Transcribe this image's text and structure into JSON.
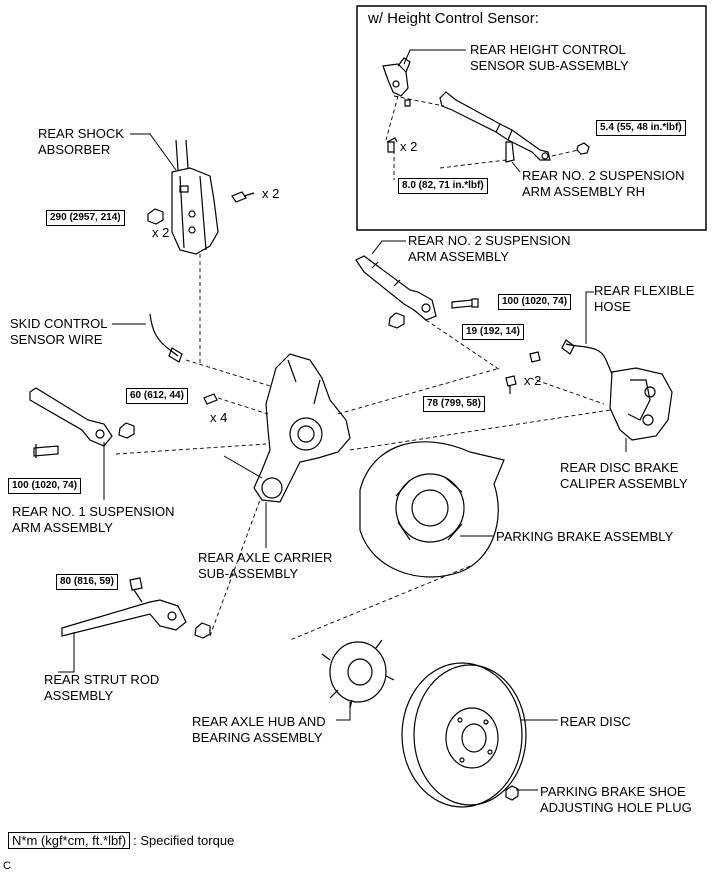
{
  "inset": {
    "title": "w/ Height Control Sensor:"
  },
  "labels": {
    "rear_height_sensor": [
      "REAR HEIGHT CONTROL",
      "SENSOR SUB-ASSEMBLY"
    ],
    "rear_no2_arm_rh": [
      "REAR NO. 2 SUSPENSION",
      "ARM ASSEMBLY RH"
    ],
    "rear_shock": [
      "REAR SHOCK",
      "ABSORBER"
    ],
    "rear_no2_arm": [
      "REAR NO. 2 SUSPENSION",
      "ARM ASSEMBLY"
    ],
    "rear_flex_hose": [
      "REAR FLEXIBLE",
      "HOSE"
    ],
    "skid_sensor": [
      "SKID CONTROL",
      "SENSOR WIRE"
    ],
    "rear_no1_arm": [
      "REAR NO. 1 SUSPENSION",
      "ARM ASSEMBLY"
    ],
    "rear_disc_caliper": [
      "REAR DISC BRAKE",
      "CALIPER ASSEMBLY"
    ],
    "parking_brake": [
      "PARKING BRAKE ASSEMBLY"
    ],
    "axle_carrier": [
      "REAR AXLE CARRIER",
      "SUB-ASSEMBLY"
    ],
    "strut_rod": [
      "REAR STRUT ROD",
      "ASSEMBLY"
    ],
    "axle_hub": [
      "REAR AXLE HUB AND",
      "BEARING ASSEMBLY"
    ],
    "rear_disc": [
      "REAR DISC"
    ],
    "pb_plug": [
      "PARKING BRAKE SHOE",
      "ADJUSTING HOLE PLUG"
    ]
  },
  "torques": {
    "t_5_4": "5.4 (55, 48 in.*lbf)",
    "t_8_0": "8.0 (82, 71 in.*lbf)",
    "t_290": "290 (2957, 214)",
    "t_100a": "100 (1020, 74)",
    "t_19": "19 (192, 14)",
    "t_60": "60 (612, 44)",
    "t_78": "78 (799, 58)",
    "t_100b": "100 (1020, 74)",
    "t_80": "80 (816, 59)"
  },
  "multipliers": {
    "m_inset": "x 2",
    "m_shock_bolt": "x 2",
    "m_shock_nut": "x 2",
    "m_carrier": "x 4",
    "m_caliper": "x 2"
  },
  "legend": {
    "box": "N*m (kgf*cm, ft.*lbf)",
    "text": ": Specified torque"
  },
  "corner_code": "C"
}
